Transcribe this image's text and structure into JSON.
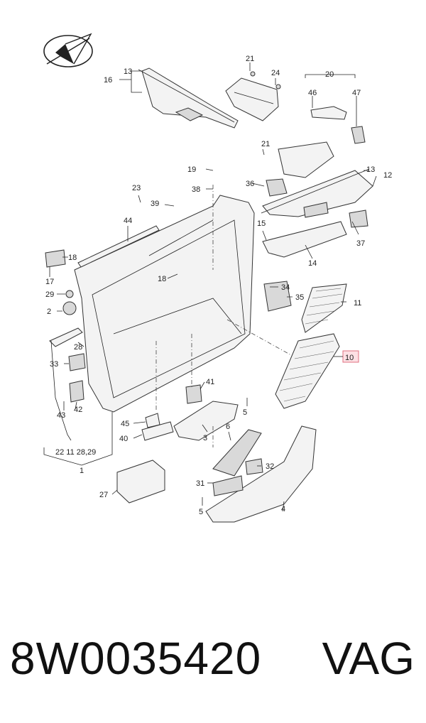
{
  "diagram": {
    "callouts": {
      "c1": "1",
      "c2": "2",
      "c3": "3",
      "c4": "4",
      "c5a": "5",
      "c5b": "5",
      "c6": "6",
      "c10": "10",
      "c11": "11",
      "c12": "12",
      "c13a": "13",
      "c13b": "13",
      "c14": "14",
      "c15": "15",
      "c16": "16",
      "c17": "17",
      "c18a": "18",
      "c18b": "18",
      "c19": "19",
      "c20": "20",
      "c21a": "21",
      "c21b": "21",
      "c23": "23",
      "c24": "24",
      "c27": "27",
      "c28": "28",
      "c29": "29",
      "c31": "31",
      "c32": "32",
      "c33": "33",
      "c34": "34",
      "c35": "35",
      "c36": "36",
      "c37": "37",
      "c38": "38",
      "c39": "39",
      "c40": "40",
      "c41": "41",
      "c42": "42",
      "c43": "43",
      "c44": "44",
      "c45": "45",
      "c46": "46",
      "c47": "47",
      "c_bottom_group": "22    11  28,29"
    },
    "highlighted_callout": "10"
  },
  "caption": {
    "part_number": "8W0035420",
    "brand": "VAG"
  }
}
